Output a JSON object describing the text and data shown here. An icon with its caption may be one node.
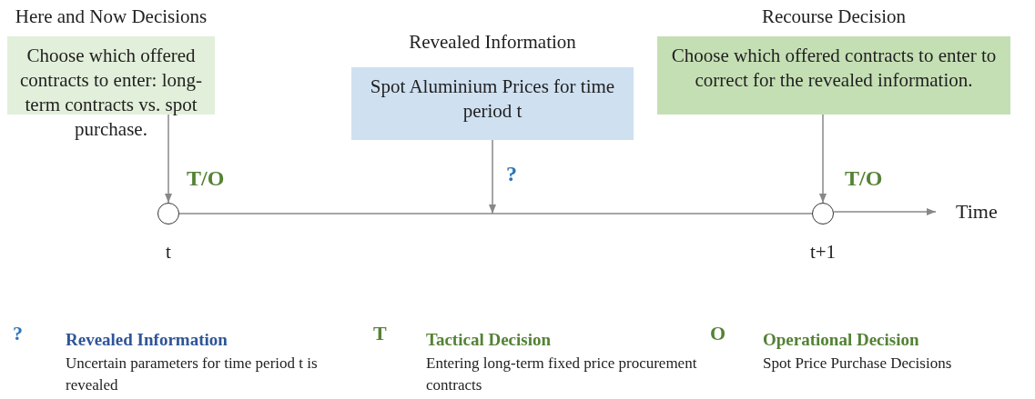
{
  "diagram": {
    "nodes": [
      {
        "text": [
          "Here and Now Decisions",
          "Choose which offered contracts to enter: long-term contracts vs. spot purchase."
        ]
      },
      {
        "text": [
          "Revealed Information",
          "Spot Aluminium Prices for time period t"
        ]
      },
      {
        "text": [
          "Recourse Decision",
          "Choose which offered contracts to enter to correct for the revealed information."
        ]
      },
      {
        "text": [],
        "shape": "circle",
        "beside": [
          "t"
        ]
      },
      {
        "text": [],
        "shape": "circle",
        "beside": [
          "t+1"
        ]
      },
      {
        "text": [
          "Time"
        ]
      }
    ],
    "edges": [
      {
        "from": 0,
        "to": 3,
        "arrow": "to",
        "label": "T/O"
      },
      {
        "from": 1,
        "to": null,
        "arrow": "to",
        "label": "?"
      },
      {
        "from": 2,
        "to": 4,
        "arrow": "to",
        "label": "T/O"
      },
      {
        "from": 3,
        "to": 4,
        "arrow": "none"
      },
      {
        "from": 4,
        "to": 5,
        "arrow": "to"
      }
    ],
    "labels": [
      "?",
      "Revealed Information",
      "Uncertain parameters for time period t is revealed",
      "T",
      "Tactical Decision",
      "Entering long-term fixed price procurement contracts",
      "O",
      "Operational Decision",
      "Spot Price Purchase Decisions"
    ]
  }
}
